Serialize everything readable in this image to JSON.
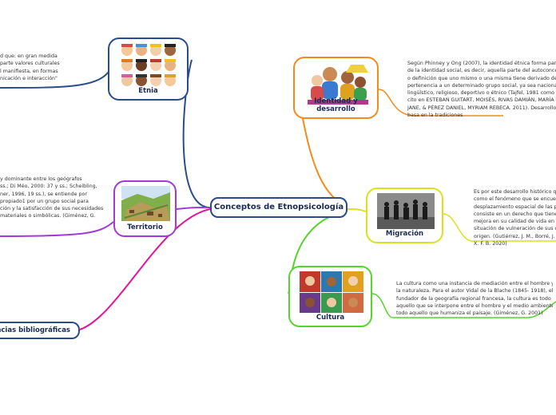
{
  "center": {
    "title": "Conceptos de Etnopsicología"
  },
  "nodes": {
    "etnia": {
      "label": "Etnia"
    },
    "territorio": {
      "label": "Territorio"
    },
    "referencias": {
      "label": "encias bibliográficas"
    },
    "identidad": {
      "label": "Identidad y desarrollo"
    },
    "migracion": {
      "label": "Migración"
    },
    "cultura": {
      "label": "Cultura"
    }
  },
  "texts": {
    "etnia": [
      "d que: en gran medida",
      "parte valores culturales",
      "l manifiesta, en formas",
      "nicación e interacción\""
    ],
    "territorio": [
      "y dominante entre los geógrafos",
      "ss.; Di Méo, 2000: 37 y ss.; Scheibling,",
      "ner, 1996, 19 ss.), se entiende por",
      "propiado1 por un grupo social para",
      "ción y la satisfacción de sus necesidades",
      "materiales o simbólicas. (Giménez, G."
    ],
    "identidad": [
      "Según Phinney y Ong (2007), la identidad étnica forma parte",
      "de la identidad social, es decir, aquella parte del autoconcepto",
      "o definición que uno mismo o una misma tiene derivado de la",
      "pertenencia a un determinado grupo social, ya sea nacional,",
      "lingüístico, religioso, deportivo o étnico (Tajfel, 1981 como se",
      "cito en ESTEBAN GUITART, MOISÉS, RIVAS DAMIÁN, MARÍA",
      "JANE, & PÉREZ DANIEL, MYRIAM REBECA. 2011). Desarrollo se",
      "basa en la tradiciones"
    ],
    "migracion": [
      "Es por este desarrollo histórico que la",
      "como el fenómeno que se encuentra",
      "desplazamiento espacial de las perso",
      "consiste en un derecho que tienen las",
      "mejora en su calidad de vida en caso",
      "situación de vulneración de sus dere",
      "origen. (Gutiérrez, J. M., Borré, J. R., M",
      "X. F. B. 2020)"
    ],
    "cultura": [
      "La cultura como una instancia de mediación entre el hombre y",
      "la naturaleza. Para el autor Vidal de la Blache (1845- 1918), el",
      "fundador de la geografía regional francesa, la cultura es todo",
      "aquello que se interpone entre el hombre y el medio ambiente,",
      "todo aquello que humaniza el paisaje. (Giménez, G. 2001)"
    ]
  },
  "colors": {
    "etnia": "#2b4c8a",
    "territorio": "#a23bd6",
    "referencias": "#e0169a",
    "identidad": "#f28c1a",
    "migracion": "#d9e21c",
    "cultura": "#55d42c",
    "center": "#2b4c8a"
  }
}
